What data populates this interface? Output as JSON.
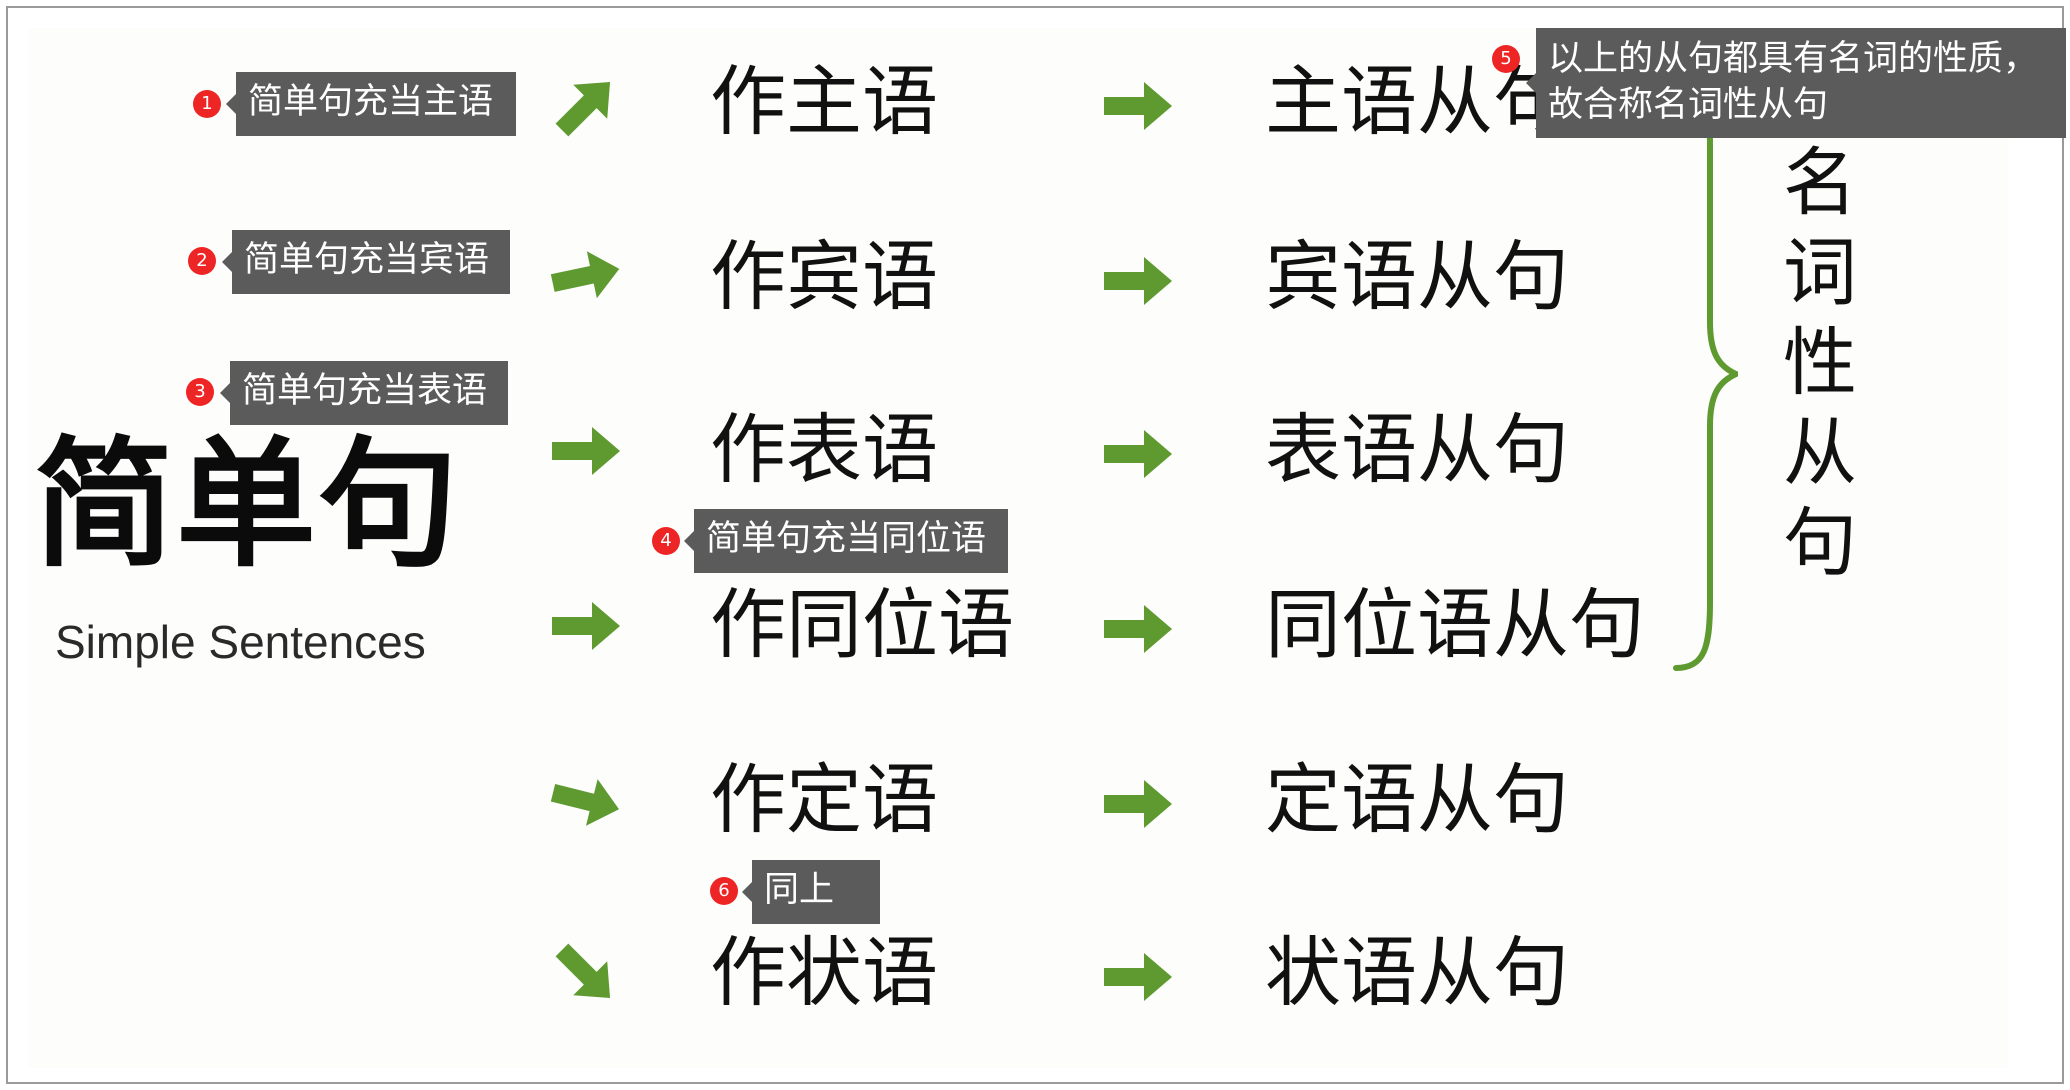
{
  "title": {
    "chinese": "简单句",
    "english": "Simple Sentences"
  },
  "rows": [
    {
      "role": "作主语",
      "clause": "主语从句",
      "arrow_direction": "up-right"
    },
    {
      "role": "作宾语",
      "clause": "宾语从句",
      "arrow_direction": "slight-up-right"
    },
    {
      "role": "作表语",
      "clause": "表语从句",
      "arrow_direction": "right"
    },
    {
      "role": "作同位语",
      "clause": "同位语从句",
      "arrow_direction": "right"
    },
    {
      "role": "作定语",
      "clause": "定语从句",
      "arrow_direction": "slight-down-right"
    },
    {
      "role": "作状语",
      "clause": "状语从句",
      "arrow_direction": "down-right"
    }
  ],
  "group_label_chars": [
    "名",
    "词",
    "性",
    "从",
    "句"
  ],
  "annotations": [
    {
      "number": "1",
      "text": "简单句充当主语"
    },
    {
      "number": "2",
      "text": "简单句充当宾语"
    },
    {
      "number": "3",
      "text": "简单句充当表语"
    },
    {
      "number": "4",
      "text": "简单句充当同位语"
    },
    {
      "number": "5",
      "line1": "以上的从句都具有名词的性质，",
      "line2": "故合称名词性从句"
    },
    {
      "number": "6",
      "text": "同上"
    }
  ],
  "colors": {
    "arrow": "#5e9a2f",
    "brace": "#5e9a2f",
    "annotation_bg": "#5b5b5b",
    "marker": "#ee2525"
  },
  "icons": {
    "arrow": "green-arrow-icon",
    "marker": "numbered-marker"
  }
}
